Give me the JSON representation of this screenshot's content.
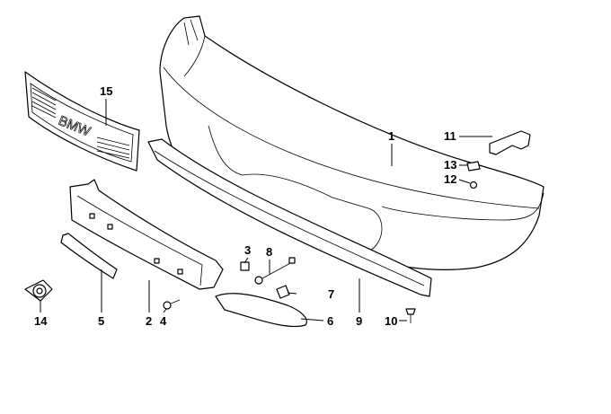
{
  "diagram": {
    "title": "Front bumper parts diagram",
    "grille_logo_text": "BMW",
    "callouts": [
      {
        "id": "15",
        "part": "trim-grille"
      },
      {
        "id": "1",
        "part": "bumper-cover"
      },
      {
        "id": "11",
        "part": "bracket"
      },
      {
        "id": "13",
        "part": "clip"
      },
      {
        "id": "12",
        "part": "nut"
      },
      {
        "id": "3",
        "part": "clip"
      },
      {
        "id": "8",
        "part": "cable"
      },
      {
        "id": "7",
        "part": "clip"
      },
      {
        "id": "6",
        "part": "end-trim"
      },
      {
        "id": "9",
        "part": "spoiler-strip"
      },
      {
        "id": "10",
        "part": "screw"
      },
      {
        "id": "14",
        "part": "grommet"
      },
      {
        "id": "5",
        "part": "reflector-strip"
      },
      {
        "id": "2",
        "part": "license-plate-base"
      },
      {
        "id": "4",
        "part": "screw"
      }
    ]
  }
}
